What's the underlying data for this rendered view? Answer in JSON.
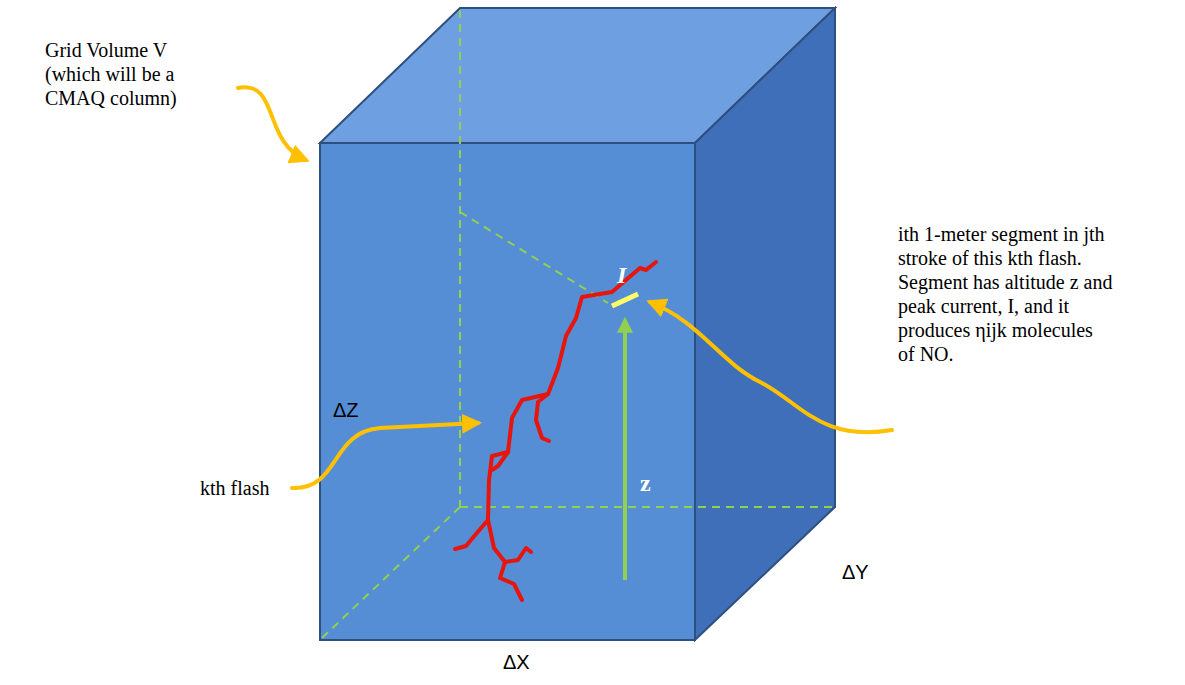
{
  "diagram": {
    "labels": [
      "Grid Volume V (which will be a CMAQ column)",
      "ΔZ",
      "kth flash",
      "I",
      "z",
      "ith 1-meter segment in jth stroke of this kth flash. Segment has altitude z and peak current, I, and it produces ηijk molecules of NO.",
      "ΔY",
      "ΔX"
    ]
  }
}
